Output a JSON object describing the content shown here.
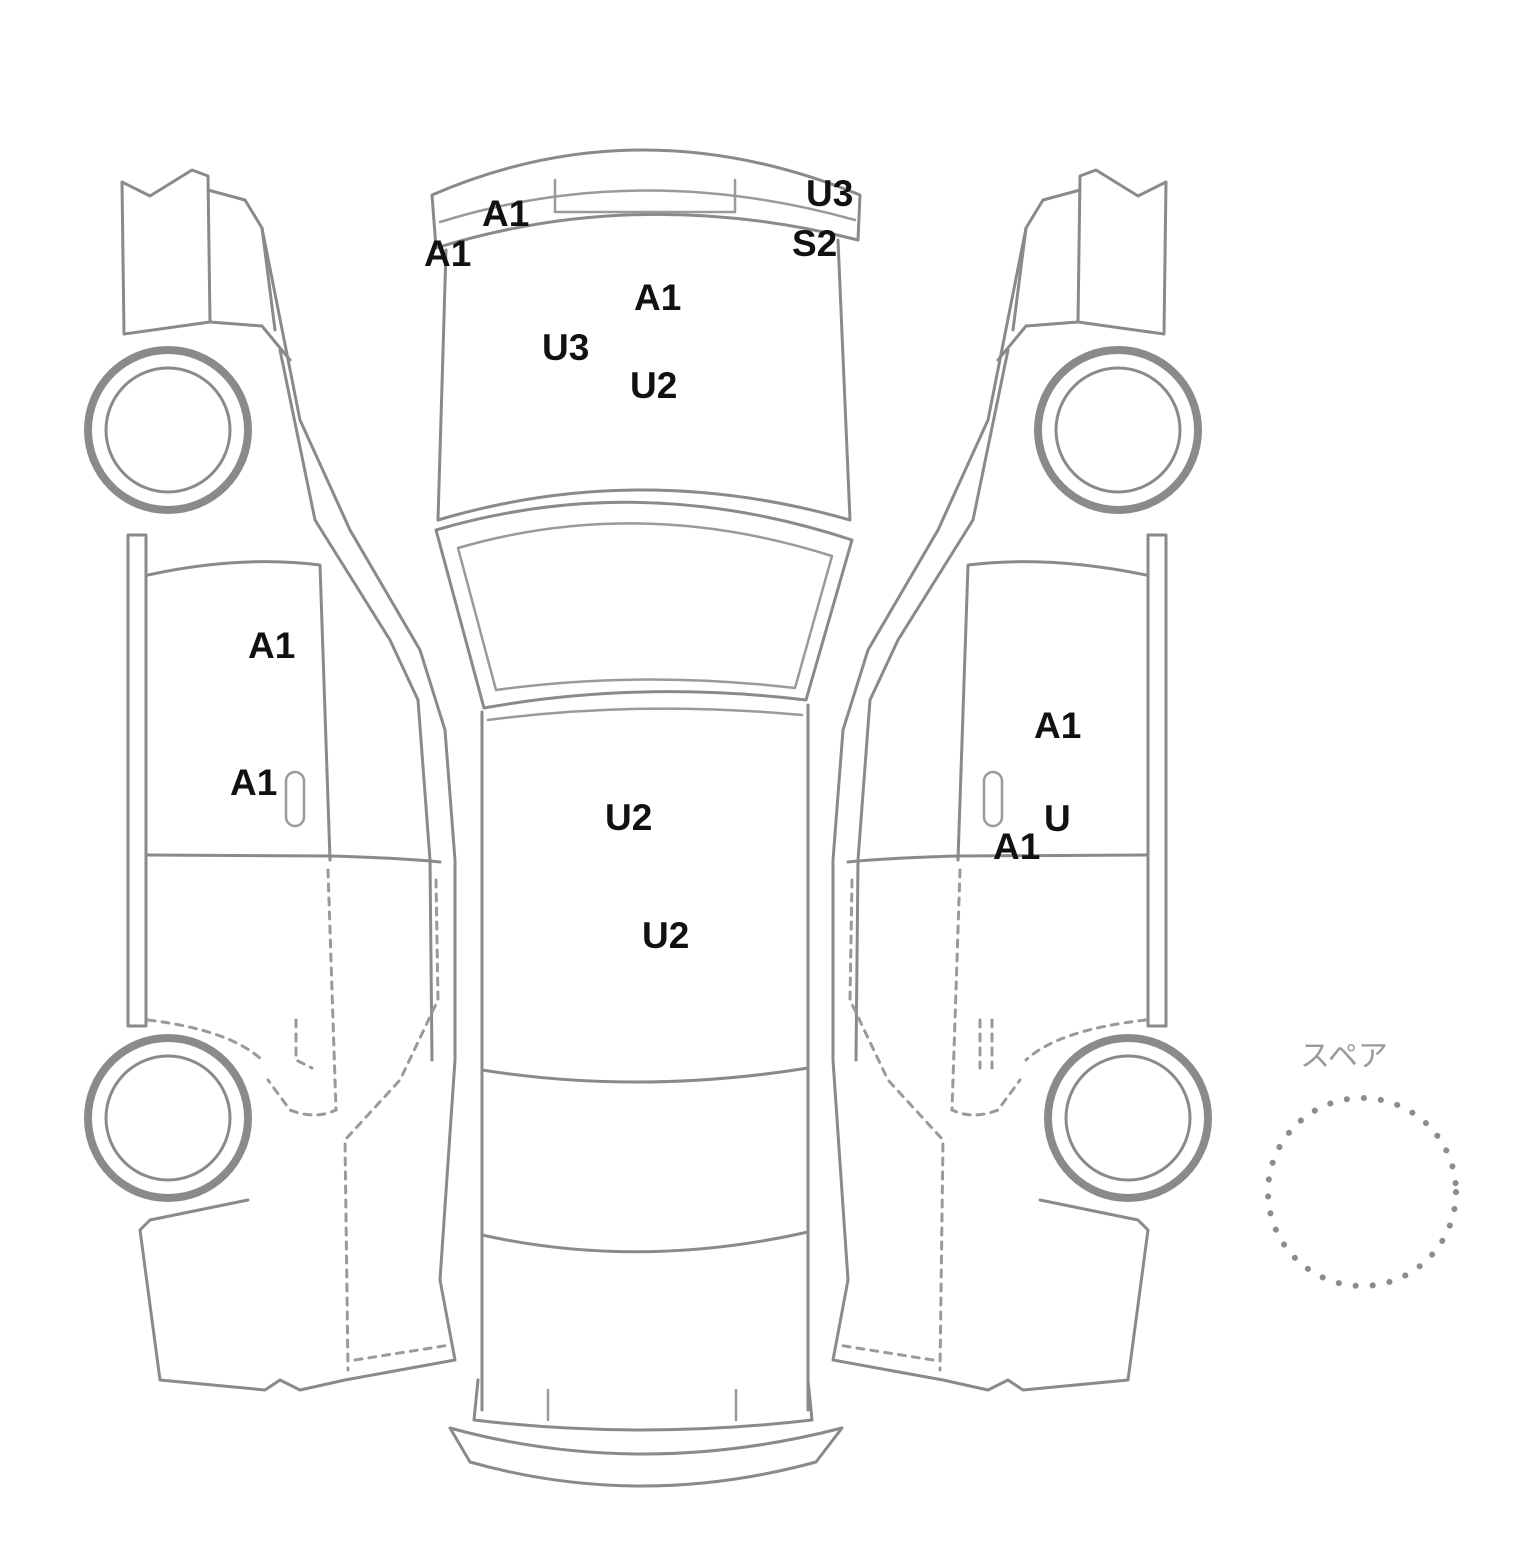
{
  "spare_label": "スペア",
  "codes": {
    "front_bumper_left_outer": "A1",
    "front_bumper_left_inner": "A1",
    "front_bumper_right_upper": "U3",
    "front_bumper_right_lower": "S2",
    "hood_top": "A1",
    "hood_left": "U3",
    "hood_center": "U2",
    "roof_front": "U2",
    "roof_rear": "U2",
    "left_front_door_upper": "A1",
    "left_front_door_lower": "A1",
    "right_front_door_upper": "A1",
    "right_front_door_lower": "A1",
    "right_front_door_u": "U"
  },
  "colors": {
    "outline": "#8a8a8a",
    "code_text": "#111111"
  }
}
